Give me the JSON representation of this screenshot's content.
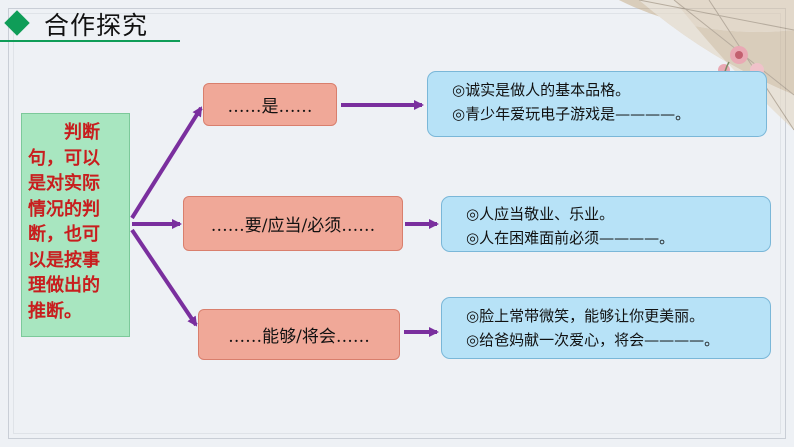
{
  "header": {
    "title": "合作探究"
  },
  "definition": {
    "lines": [
      "　　判断",
      "句，可以",
      "是对实际",
      "情况的判",
      "断，也可",
      "以是按事",
      "理做出的",
      "推断。"
    ]
  },
  "patterns": [
    {
      "label": "……是……",
      "examples": [
        "◎诚实是做人的基本品格。",
        "◎青少年爱玩电子游戏是————。"
      ]
    },
    {
      "label": "……要/应当/必须……",
      "examples": [
        "◎人应当敬业、乐业。",
        "◎人在困难面前必须————。"
      ]
    },
    {
      "label": "……能够/将会……",
      "examples": [
        "◎脸上常带微笑，能够让你更美丽。",
        "◎给爸妈献一次爱心，将会————。"
      ]
    }
  ],
  "colors": {
    "accent": "#0f9d58",
    "definition_bg": "#a8e6c0",
    "definition_text": "#c81e1e",
    "pattern_bg": "#f0a898",
    "example_bg": "#b7e2f7",
    "arrow": "#7a2f9e"
  }
}
